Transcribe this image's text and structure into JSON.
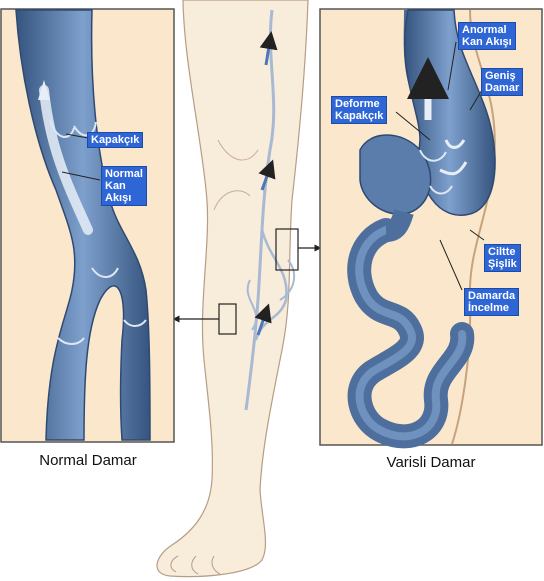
{
  "panels": {
    "normal": {
      "caption": "Normal Damar",
      "labels": {
        "valve": "Kapakçık",
        "flow": "Normal\nKan\nAkışı"
      }
    },
    "varicose": {
      "caption": "Varisli Damar",
      "labels": {
        "abnormal_flow": "Anormal\nKan Akışı",
        "wide_vein": "Geniş\nDamar",
        "deformed_valve": "Deforme\nKapakçık",
        "skin_swelling": "Ciltte\nŞişlik",
        "thinning": "Damarda\nİncelme"
      }
    }
  },
  "colors": {
    "skin": "#fbe8cc",
    "leg": "#f7ead6",
    "vein": "#6f93bf",
    "vein_dark": "#3f5f8c",
    "label_bg": "#2f66d6",
    "panel_border": "#555555"
  }
}
